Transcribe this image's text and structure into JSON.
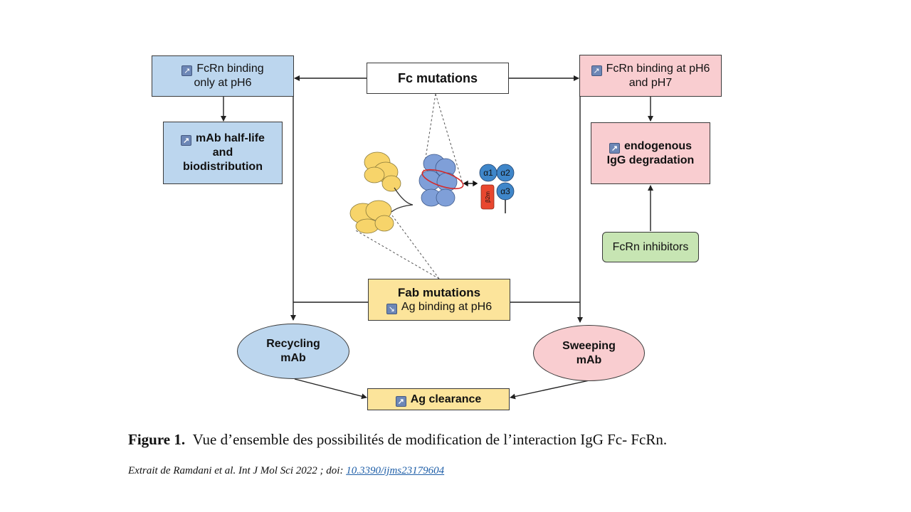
{
  "nodes": {
    "fc_mutations": "Fc mutations",
    "fcrn_ph6_line1": "FcRn binding",
    "fcrn_ph6_line2": "only at pH6",
    "half_life_line1": "mAb half-life",
    "half_life_line2": "and",
    "half_life_line3": "biodistribution",
    "fcrn_ph6_ph7_line1": "FcRn binding at pH6",
    "fcrn_ph6_ph7_line2": "and pH7",
    "endogenous_line1": "endogenous",
    "endogenous_line2": "IgG degradation",
    "fcrn_inhibitors": "FcRn inhibitors",
    "fab_line1": "Fab mutations",
    "fab_line2": "Ag binding at pH6",
    "recycling_line1": "Recycling",
    "recycling_line2": "mAb",
    "sweeping_line1": "Sweeping",
    "sweeping_line2": "mAb",
    "ag_clearance": "Ag clearance"
  },
  "molecule": {
    "a1": "α1",
    "a2": "α2",
    "a3": "α3",
    "b2m": "β2m"
  },
  "icons": {
    "up": "↗",
    "down": "↘"
  },
  "caption": {
    "label": "Figure 1.",
    "text": "Vue d’ensemble des possibilités de modification de l’interaction IgG Fc- FcRn."
  },
  "source": {
    "text": "Extrait de Ramdani et al. Int J Mol Sci 2022 ; doi: ",
    "link": "10.3390/ijms23179604"
  },
  "colors": {
    "blue_fill": "#bcd6ee",
    "pink_fill": "#f9cdd0",
    "yellow_fill": "#fce49b",
    "green_fill": "#c7e5b3",
    "fab_domain": "#f7d46a",
    "fc_domain": "#7f9fd8",
    "fcrn_alpha": "#3f86c9",
    "b2m": "#e8472f",
    "ring": "#d42a2a"
  }
}
